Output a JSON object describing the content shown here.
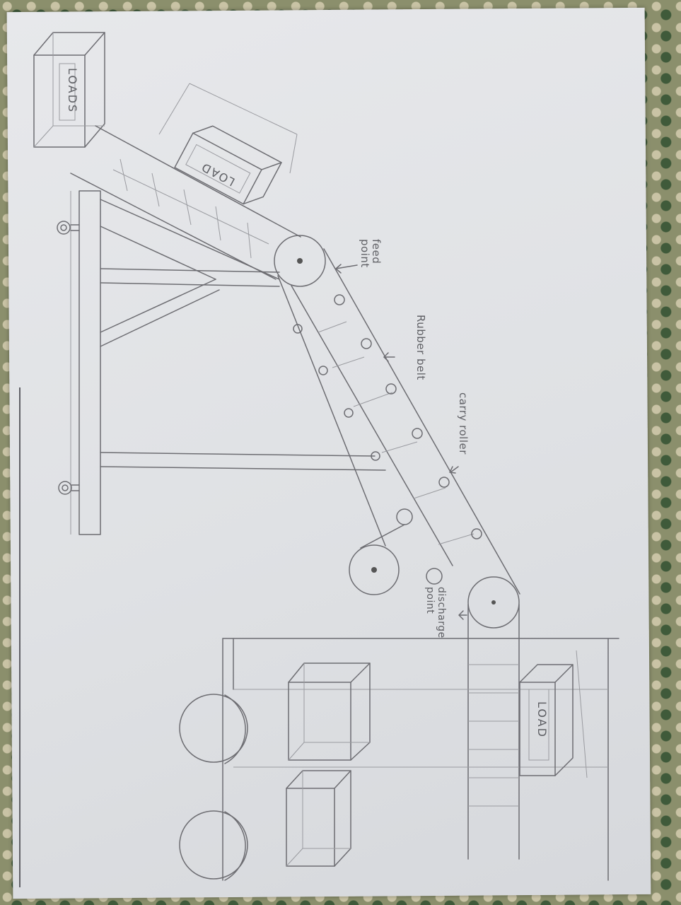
{
  "labels": {
    "loads_top": "LOADS",
    "load_mid": "LOAD",
    "load_bottom": "LOAD",
    "feed_point": "feed point",
    "rubber_belt": "Rubber belt",
    "carry_roller": "carry roller",
    "discharge_point": "discharge point"
  },
  "colors": {
    "paper": "#e3e4e7",
    "pencil": "#6d6d72",
    "background_fabric": "#6f7a55"
  }
}
